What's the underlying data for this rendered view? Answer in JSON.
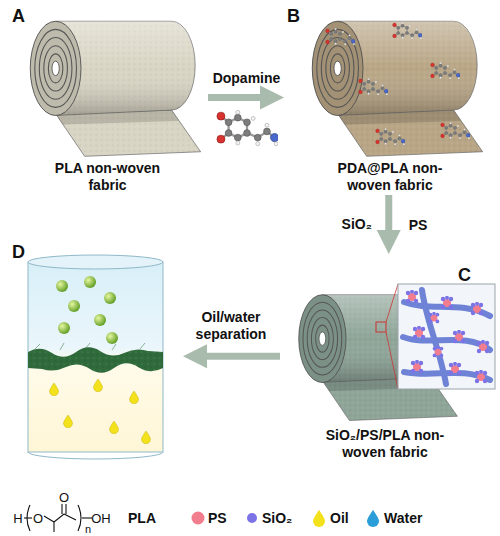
{
  "diagram": {
    "nodes": [
      {
        "text": [
          "A",
          "PLA non-woven fabric"
        ]
      },
      {
        "text": [
          "B",
          "PDA@PLA non-woven fabric"
        ]
      },
      {
        "text": [
          "C",
          "SiO₂/PS/PLA non-woven fabric"
        ]
      },
      {
        "text": [
          "D"
        ]
      }
    ],
    "edges": [
      {
        "from": 0,
        "to": 1,
        "label": "Dopamine",
        "arrow": "to"
      },
      {
        "from": 1,
        "to": 2,
        "label": "SiO₂",
        "arrow": "to"
      },
      {
        "from": 2,
        "to": 3,
        "label": "Oil/water separation",
        "arrow": "to"
      }
    ],
    "labels": [
      "PS",
      "H",
      "O",
      "O",
      "n",
      "OH"
    ],
    "legend": [
      {
        "text": "PLA"
      },
      {
        "text": "PS",
        "color": "#f27d8e"
      },
      {
        "text": "SiO₂",
        "color": "#7c74e6"
      },
      {
        "text": "Oil",
        "color": "#f3e21b"
      },
      {
        "text": "Water",
        "color": "#2b9ed9"
      }
    ]
  }
}
